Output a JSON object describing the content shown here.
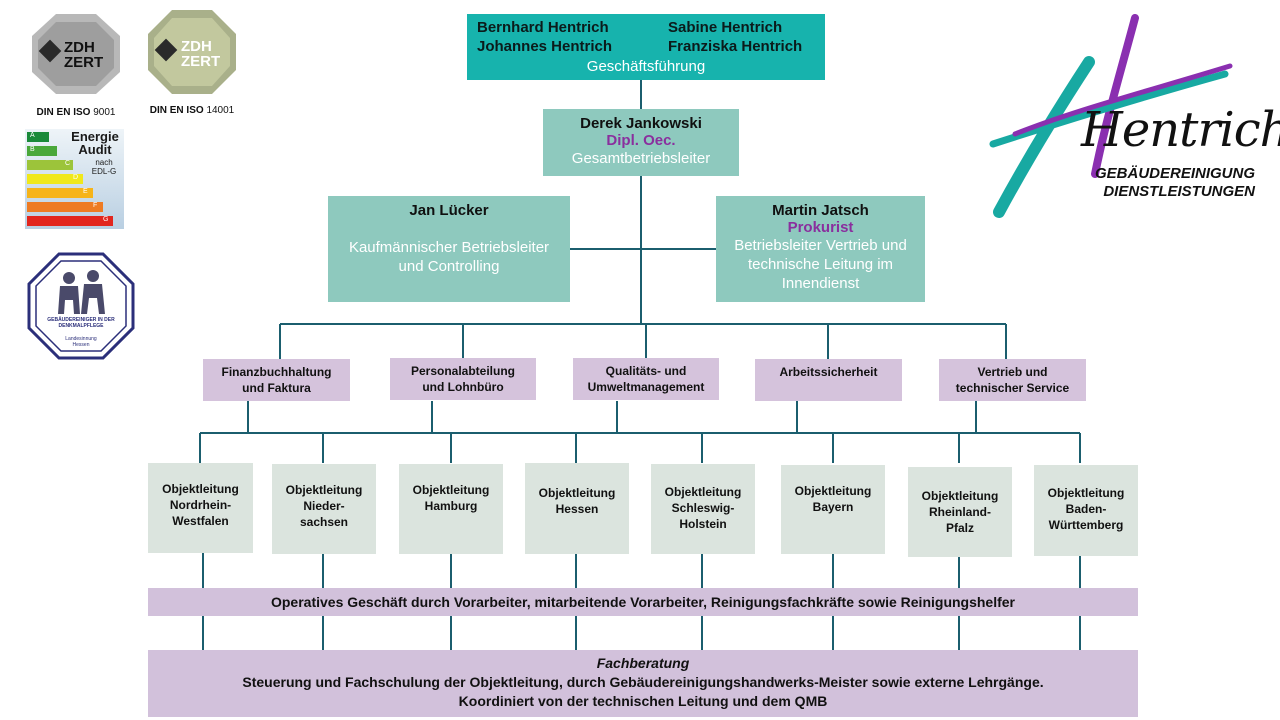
{
  "management": {
    "names": [
      "Bernhard Hentrich",
      "Sabine Hentrich",
      "Johannes Hentrich",
      "Franziska Hentrich"
    ],
    "role": "Geschäftsführung"
  },
  "director": {
    "name": "Derek Jankowski",
    "title": "Dipl. Oec.",
    "role": "Gesamtbetriebsleiter"
  },
  "commercial": {
    "name": "Jan Lücker",
    "role_line1": "Kaufmännischer Betriebsleiter",
    "role_line2": "und Controlling"
  },
  "sales": {
    "name": "Martin Jatsch",
    "title": "Prokurist",
    "role_line1": "Betriebsleiter Vertrieb und",
    "role_line2": "technische Leitung im",
    "role_line3": "Innendienst"
  },
  "departments": [
    {
      "line1": "Finanzbuchhaltung",
      "line2": "und Faktura"
    },
    {
      "line1": "Personalabteilung",
      "line2": "und Lohnbüro"
    },
    {
      "line1": "Qualitäts- und",
      "line2": "Umweltmanagement"
    },
    {
      "line1": "Arbeitssicherheit",
      "line2": ""
    },
    {
      "line1": "Vertrieb und",
      "line2": "technischer Service"
    }
  ],
  "regions": [
    {
      "l1": "Objektleitung",
      "l2": "Nordrhein-",
      "l3": "Westfalen"
    },
    {
      "l1": "Objektleitung",
      "l2": "Nieder-",
      "l3": "sachsen"
    },
    {
      "l1": "Objektleitung",
      "l2": "Hamburg",
      "l3": ""
    },
    {
      "l1": "Objektleitung",
      "l2": "Hessen",
      "l3": ""
    },
    {
      "l1": "Objektleitung",
      "l2": "Schleswig-",
      "l3": "Holstein"
    },
    {
      "l1": "Objektleitung",
      "l2": "Bayern",
      "l3": ""
    },
    {
      "l1": "Objektleitung",
      "l2": "Rheinland-",
      "l3": "Pfalz"
    },
    {
      "l1": "Objektleitung",
      "l2": "Baden-",
      "l3": "Württemberg"
    }
  ],
  "operations": "Operatives Geschäft durch Vorarbeiter, mitarbeitende Vorarbeiter, Reinigungsfachkräfte sowie Reinigungshelfer",
  "consulting": {
    "heading": "Fachberatung",
    "line1": "Steuerung und Fachschulung der Objektleitung, durch Gebäudereinigungshandwerks-Meister sowie externe Lehrgänge.",
    "line2": "Koordiniert von der technischen Leitung und dem QMB"
  },
  "certificates": {
    "iso9001": {
      "line1": "ZDH",
      "line2": "ZERT",
      "caption_bold": "DIN EN ISO",
      "caption_num": "9001"
    },
    "iso14001": {
      "line1": "ZDH",
      "line2": "ZERT",
      "caption_bold": "DIN EN ISO",
      "caption_num": "14001"
    },
    "energy": {
      "line1": "Energie",
      "line2": "Audit",
      "line3": "nach",
      "line4": "EDL-G",
      "classes": [
        "A",
        "B",
        "C",
        "D",
        "E",
        "F",
        "G"
      ]
    },
    "guild": {
      "top": "GEBÄUDEREINIGER IN DER",
      "top2": "DENKMALPFLEGE",
      "bottom1": "Landesinnung",
      "bottom2": "Hessen"
    }
  },
  "brand": {
    "wordmark": "Hentrich",
    "line1": "GEBÄUDEREINIGUNG",
    "line2": "DIENSTLEISTUNGEN"
  },
  "colors": {
    "teal": "#17b3ad",
    "mint": "#8ec9be",
    "purple": "#8a2f9e",
    "lilac": "#d2c1db",
    "line": "#1b5e6e"
  }
}
